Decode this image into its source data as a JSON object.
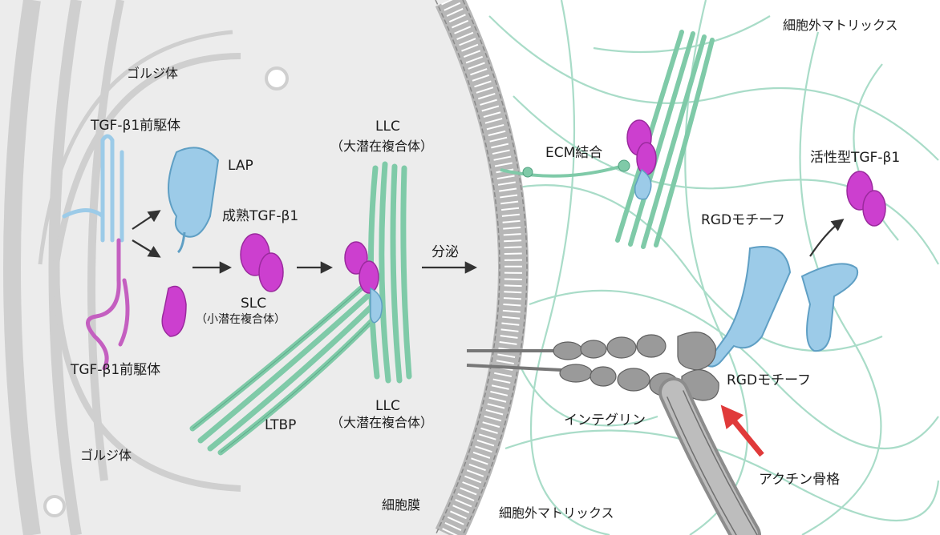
{
  "labels": {
    "golgi_top": "ゴルジ体",
    "golgi_bottom": "ゴルジ体",
    "precursor_top": "TGF-β1前駆体",
    "precursor_bottom": "TGF-β1前駆体",
    "lap": "LAP",
    "mature": "成熟TGF-β1",
    "slc": "SLC",
    "slc_sub": "（小潜在複合体）",
    "llc_top": "LLC",
    "llc_top_sub": "（大潜在複合体）",
    "llc_bottom": "LLC",
    "llc_bottom_sub": "（大潜在複合体）",
    "ltbp": "LTBP",
    "secretion": "分泌",
    "membrane": "細胞膜",
    "ecm_top": "細胞外マトリックス",
    "ecm_bottom": "細胞外マトリックス",
    "ecm_binding": "ECM結合",
    "active": "活性型TGF-β1",
    "rgd_top": "RGDモチーフ",
    "rgd_bottom": "RGDモチーフ",
    "integrin": "インテグリン",
    "actin": "アクチン骨格"
  },
  "colors": {
    "cytoplasm": "#ececec",
    "golgi": "#d8d8d8",
    "lap_blue": "#9ccbe8",
    "tgf_magenta": "#cc3fcf",
    "ltbp_green": "#7fcaa8",
    "ecm_fiber": "#a9dcc8",
    "integrin_gray": "#9a9a9a",
    "arrow_red": "#e03a3a"
  },
  "icons": {
    "tgf_dimer": "tgf-beta1-dimer-icon",
    "lap": "lap-protein-icon",
    "integrin": "integrin-receptor-icon"
  }
}
